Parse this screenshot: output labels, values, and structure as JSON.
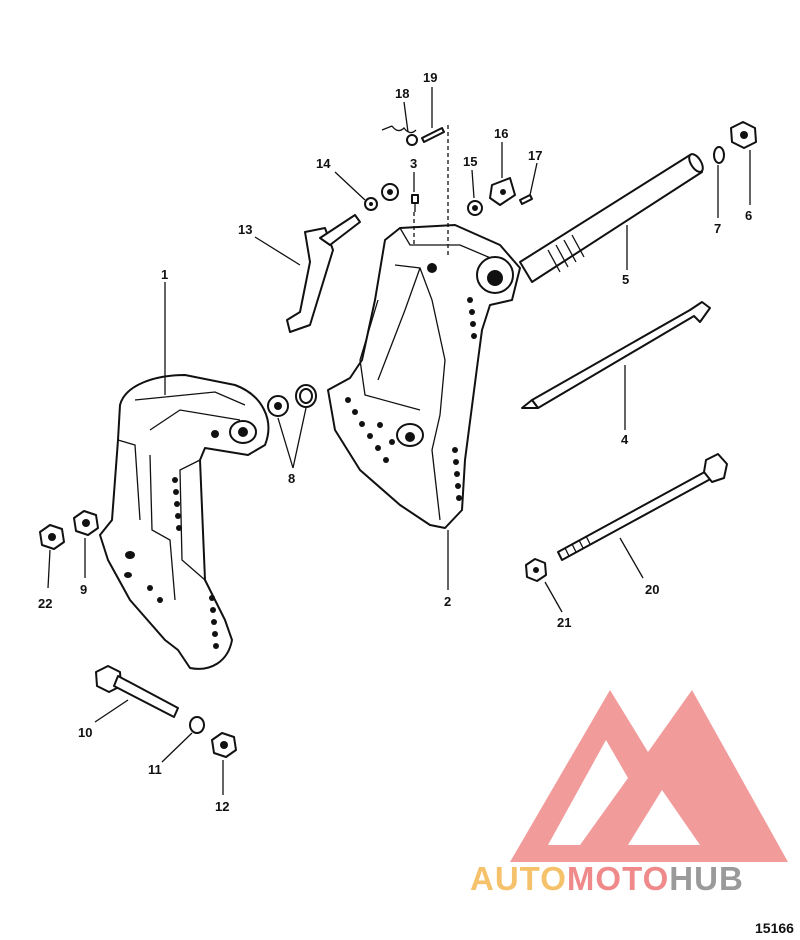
{
  "diagram": {
    "labels": [
      "1",
      "2",
      "3",
      "4",
      "5",
      "6",
      "7",
      "8",
      "9",
      "10",
      "11",
      "12",
      "13",
      "14",
      "15",
      "16",
      "17",
      "18",
      "19",
      "20",
      "21",
      "22"
    ],
    "diagram_number": "15166"
  },
  "watermark": {
    "brand_part_1": "AUTO",
    "brand_part_2": "MOTO",
    "brand_part_3": "HUB",
    "colors": {
      "logo": "#f08a8a",
      "auto": "#f5c26b",
      "moto": "#f08a8a",
      "hub": "#9a9a9a"
    }
  }
}
